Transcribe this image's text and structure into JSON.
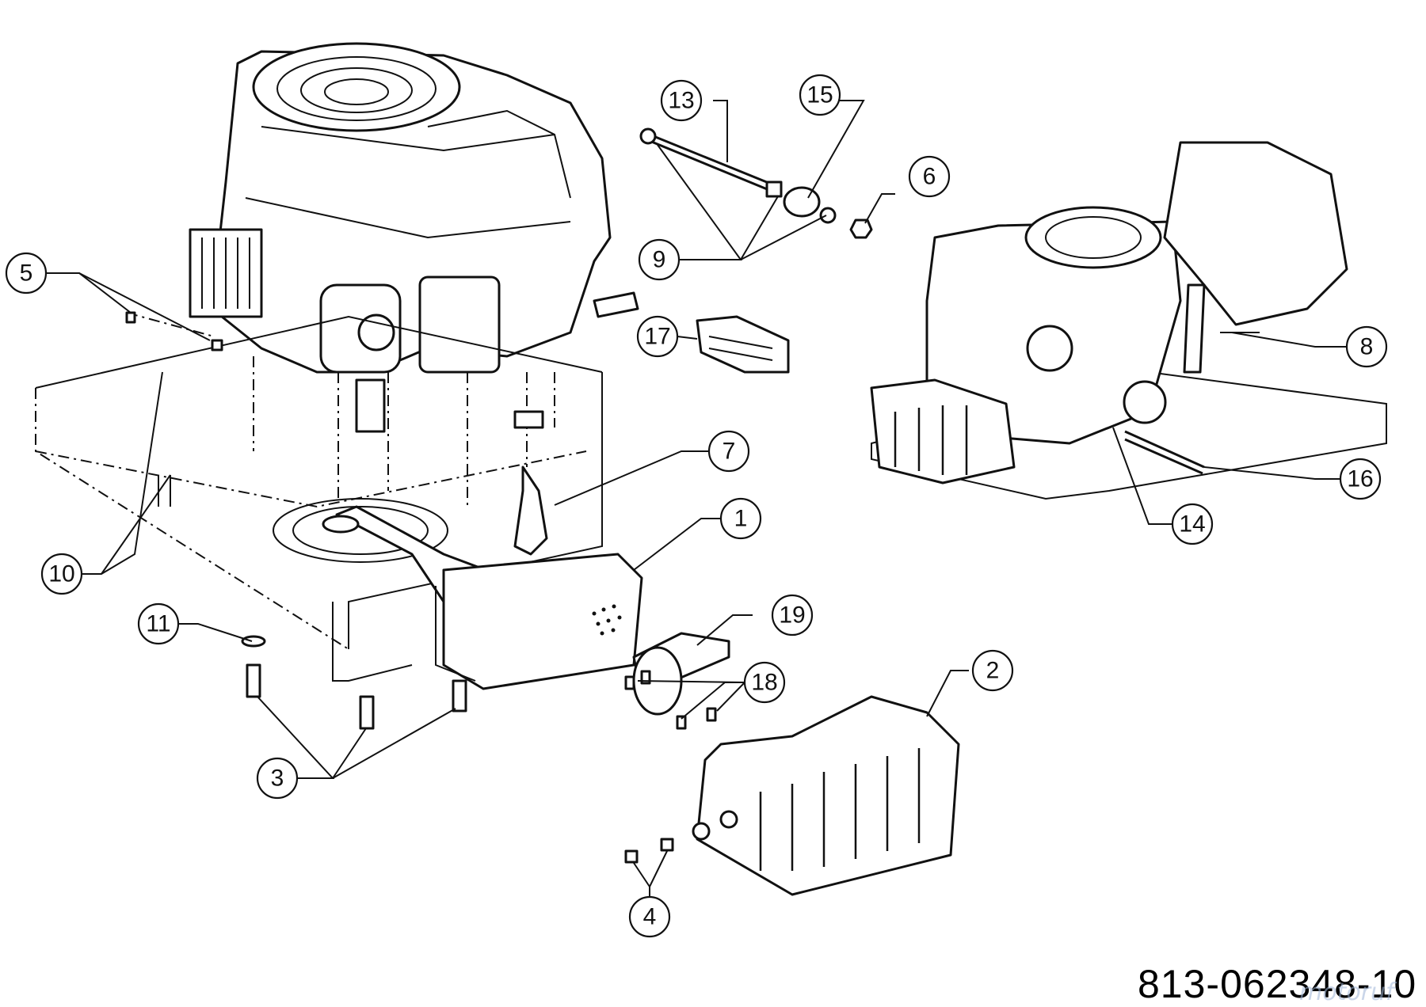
{
  "diagram": {
    "drawing_number": "813-062348-10",
    "watermark": "motoruf",
    "callouts": [
      "1",
      "2",
      "3",
      "4",
      "5",
      "6",
      "7",
      "8",
      "9",
      "10",
      "11",
      "13",
      "14",
      "15",
      "16",
      "17",
      "18",
      "19"
    ]
  }
}
